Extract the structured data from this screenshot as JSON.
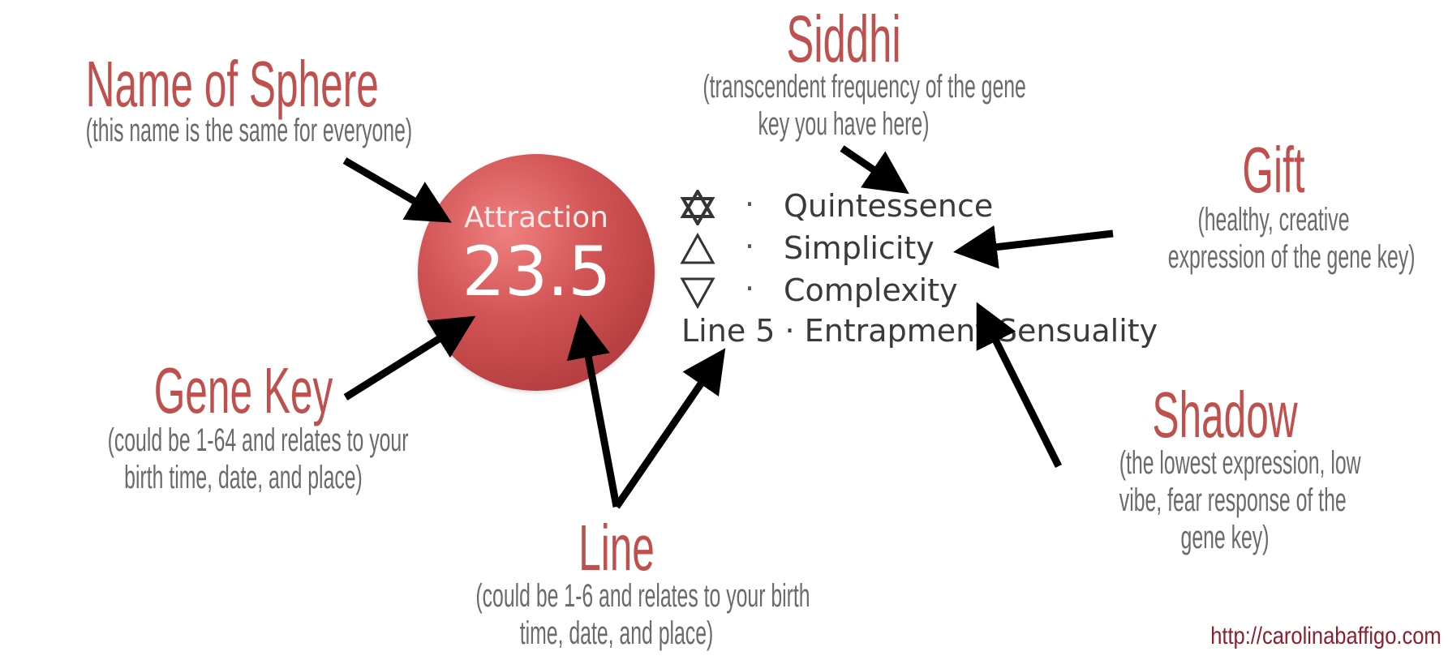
{
  "annotations": {
    "name_of_sphere": {
      "title": "Name of Sphere",
      "subtitle": "(this name is the same for everyone)"
    },
    "siddhi": {
      "title": "Siddhi",
      "subtitle_lines": [
        "(transcendent frequency of the gene",
        "key you have here)"
      ]
    },
    "gift": {
      "title": "Gift",
      "subtitle_lines": [
        "(healthy, creative",
        "expression of the gene key)"
      ]
    },
    "gene_key": {
      "title": "Gene Key",
      "subtitle_lines": [
        "(could be 1-64 and relates to your",
        "birth time, date, and place)"
      ]
    },
    "shadow": {
      "title": "Shadow",
      "subtitle_lines": [
        "(the lowest expression, low",
        "vibe, fear response of the",
        "gene key)"
      ]
    },
    "line": {
      "title": "Line",
      "subtitle_lines": [
        "(could be 1-6 and relates to your birth",
        "time, date, and place)"
      ]
    }
  },
  "sphere": {
    "name": "Attraction",
    "key": "23.5",
    "color": "#c0504d"
  },
  "frequencies": [
    {
      "icon": "star-of-david-icon",
      "separator": "·",
      "word": "Quintessence"
    },
    {
      "icon": "triangle-up-icon",
      "separator": "·",
      "word": "Simplicity"
    },
    {
      "icon": "triangle-down-icon",
      "separator": "·",
      "word": "Complexity"
    }
  ],
  "line_text": "Line 5 · Entrapment/Sensuality",
  "footer": {
    "url": "http://carolinabaffigo.com"
  },
  "colors": {
    "heading": "#c0504d",
    "subtitle": "#6a6a6a",
    "url": "#8b1e2f",
    "arrow": "#000000"
  }
}
